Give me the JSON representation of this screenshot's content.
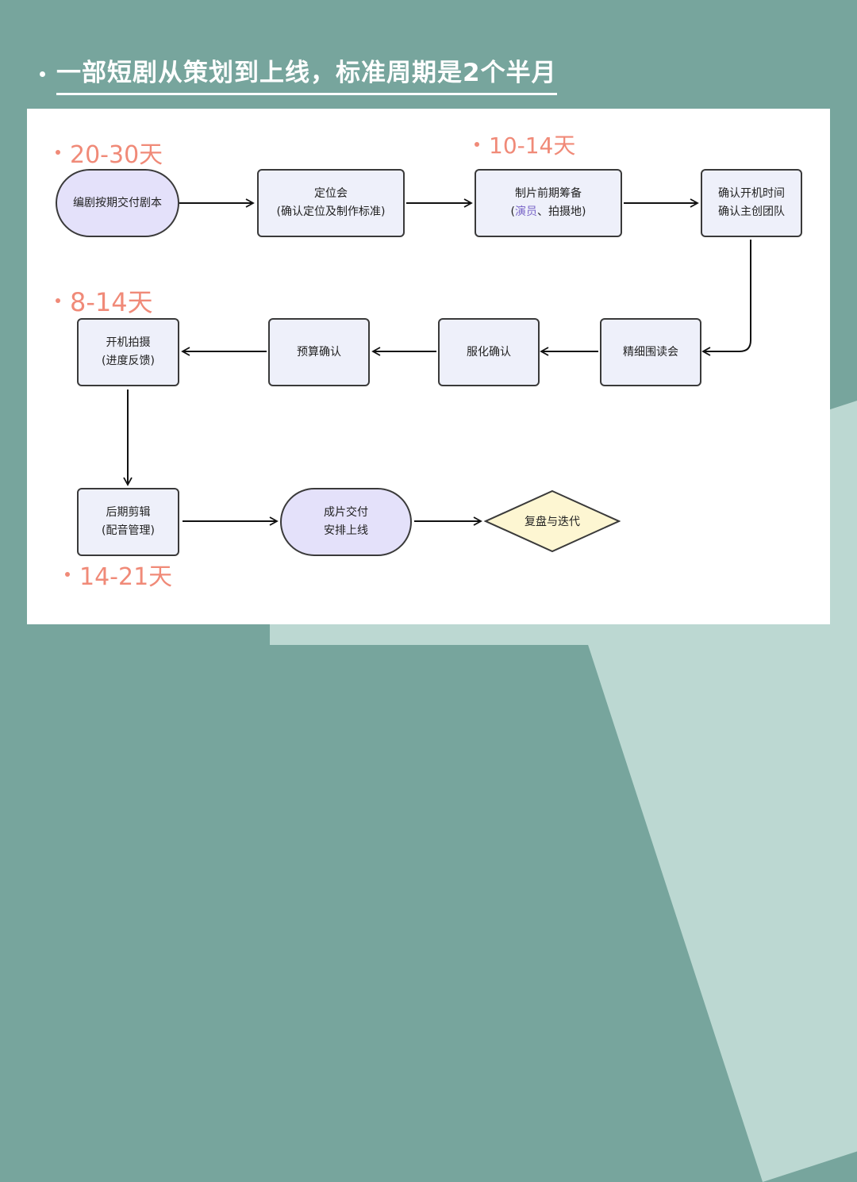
{
  "headline": "一部短剧从策划到上线，标准周期是2个半月",
  "durations": {
    "phase1": "20-30天",
    "phase2": "10-14天",
    "phase3": "8-14天",
    "phase4": "14-21天"
  },
  "nodes": {
    "script": {
      "line1": "编剧按期交付剧本"
    },
    "positioning": {
      "line1": "定位会",
      "line2": "(确认定位及制作标准)"
    },
    "preprod": {
      "line1": "制片前期筹备",
      "line2_paren_open": "(",
      "line2_highlight": "演员",
      "line2_rest": "、拍摄地)"
    },
    "confirm": {
      "line1": "确认开机时间",
      "line2": "确认主创团队"
    },
    "readthrough": {
      "line1": "精细围读会"
    },
    "costume": {
      "line1": "服化确认"
    },
    "budget": {
      "line1": "预算确认"
    },
    "shooting": {
      "line1": "开机拍摄",
      "line2": "(进度反馈)"
    },
    "postprod": {
      "line1": "后期剪辑",
      "line2": "(配音管理)"
    },
    "delivery": {
      "line1": "成片交付",
      "line2": "安排上线"
    },
    "review": {
      "line1": "复盘与迭代"
    }
  },
  "colors": {
    "background": "#77a59d",
    "accent_light": "#bcd8d2",
    "duration_text": "#f08a78",
    "node_fill": "#eef0fa",
    "pill_fill": "#e4e1fa",
    "diamond_fill": "#fdf6d2",
    "highlight_text": "#7a66c8"
  }
}
